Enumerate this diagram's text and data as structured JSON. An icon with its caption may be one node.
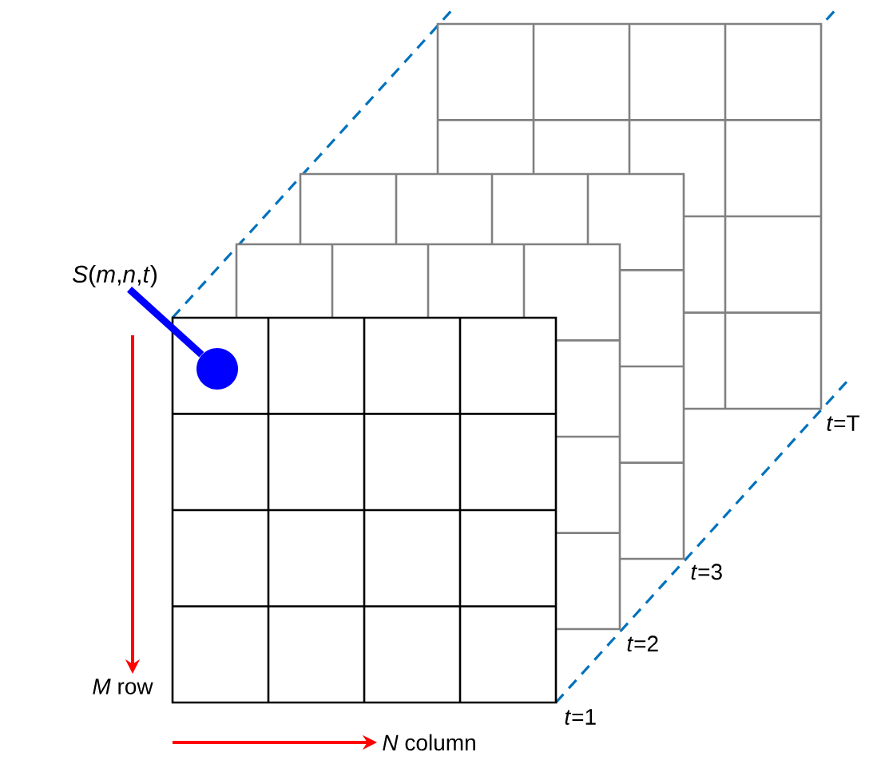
{
  "diagram": {
    "nodes": [
      {
        "text": [
          "*S*(*m*,*n*,*t*)"
        ]
      },
      {
        "text": [],
        "shape": "circle"
      }
    ],
    "edges": [
      {
        "from": 0,
        "to": 1,
        "arrow": "none"
      }
    ],
    "labels": [
      "*M* row",
      "*N* column",
      "*t*=1",
      "*t*=2",
      "*t*=3",
      "*t*=T"
    ]
  }
}
